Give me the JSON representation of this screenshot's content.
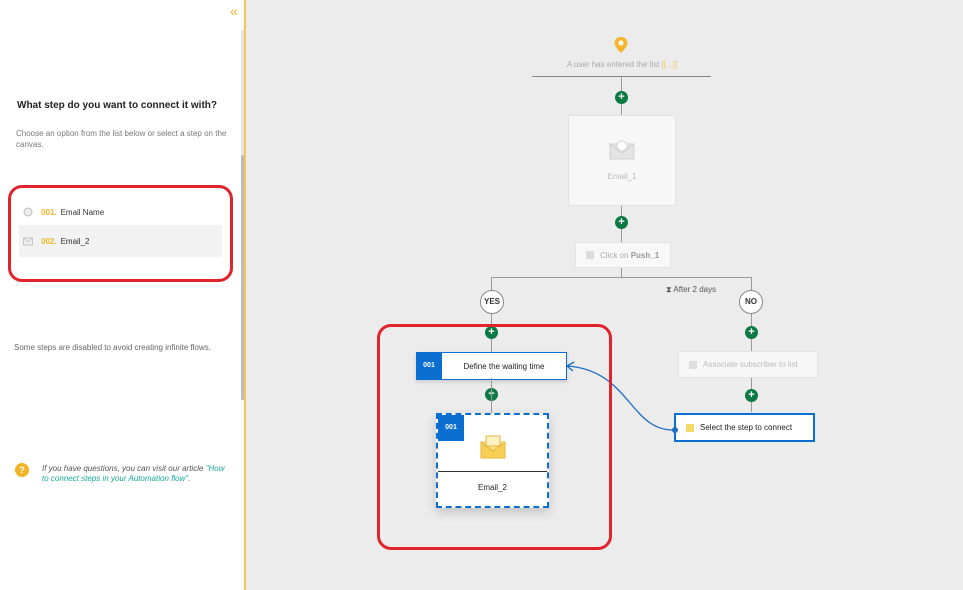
{
  "sidebar": {
    "collapse_glyph": "«",
    "title": "What step do you want to connect it with?",
    "subtitle": "Choose an option from the list below or select a step on the canvas.",
    "options": [
      {
        "num": "001.",
        "label": "Email Name",
        "icon": "radio-icon"
      },
      {
        "num": "002.",
        "label": "Email_2",
        "icon": "email-icon"
      }
    ],
    "note": "Some steps are disabled to avoid creating infinite flows.",
    "help_prefix": "If you have questions, you can visit our article ",
    "help_link": "\"How to connect steps in your Automation flow\"",
    "help_suffix": "."
  },
  "canvas": {
    "trigger_text": "A user has entered the list ",
    "trigger_highlight": "[[...]]",
    "email1_label": "Email_1",
    "click_prefix": "Click on ",
    "click_bold": "Push_1",
    "after_days": "After 2 days",
    "yes_label": "YES",
    "no_label": "NO",
    "wait_tag": "001",
    "wait_label": "Define the waiting time",
    "email2_tag": "001",
    "email2_label": "Email_2",
    "associate_label": "Associate subscriber to list",
    "select_label": "Select the step to connect",
    "plus_glyph": "+"
  },
  "colors": {
    "accent": "#f0b429",
    "plus_green": "#0b7a43",
    "tag_blue": "#0a6fd1",
    "highlight_red": "#e0242b"
  }
}
